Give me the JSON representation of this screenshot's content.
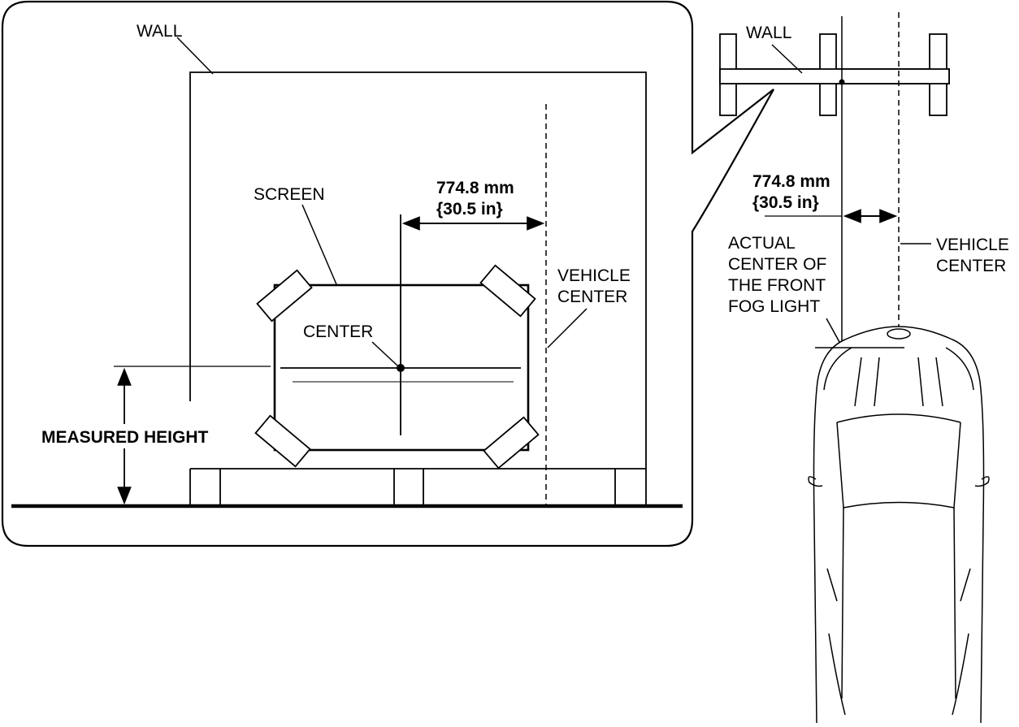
{
  "detail_view": {
    "wall_label": "WALL",
    "screen_label": "SCREEN",
    "center_label": "CENTER",
    "vehicle_center_line1": "VEHICLE",
    "vehicle_center_line2": "CENTER",
    "offset_mm": "774.8 mm",
    "offset_in": "{30.5 in}",
    "measured_height_label": "MEASURED HEIGHT"
  },
  "plan_view": {
    "wall_label": "WALL",
    "offset_mm": "774.8 mm",
    "offset_in": "{30.5 in}",
    "vehicle_center_line1": "VEHICLE",
    "vehicle_center_line2": "CENTER",
    "fog_light_line1": "ACTUAL",
    "fog_light_line2": "CENTER OF",
    "fog_light_line3": "THE FRONT",
    "fog_light_line4": "FOG LIGHT"
  }
}
